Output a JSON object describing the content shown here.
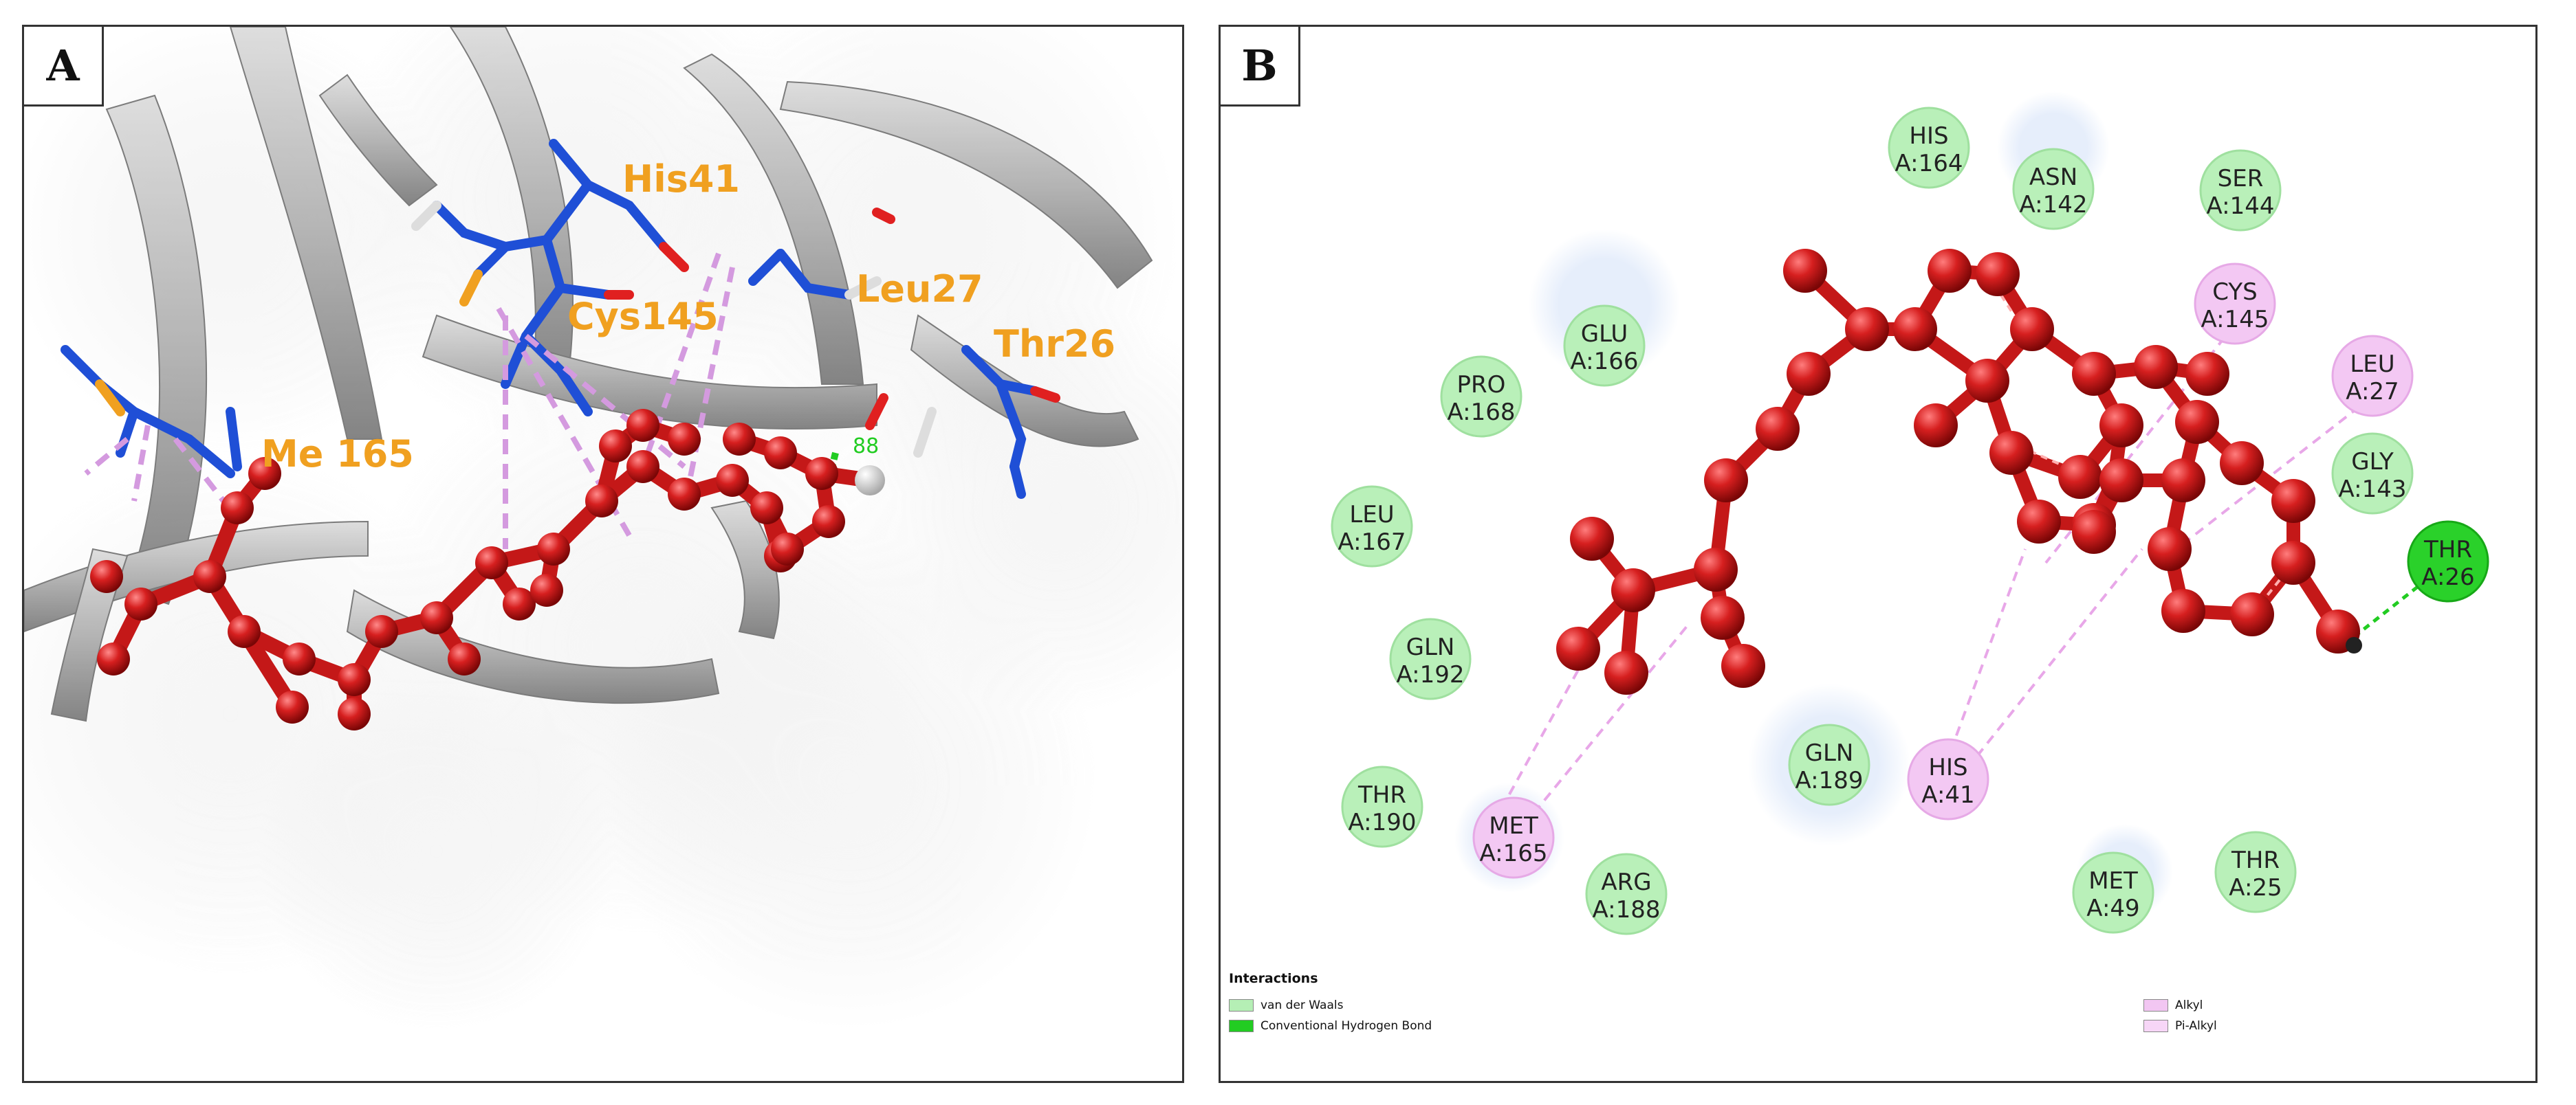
{
  "panelA": {
    "label": "A",
    "residues": [
      "His41",
      "Cys145",
      "Leu27",
      "Thr26",
      "Me 165"
    ],
    "hbond_distance": "88"
  },
  "panelB": {
    "label": "B",
    "residues": [
      {
        "name": "HIS",
        "num": "A:164",
        "type": "vdw"
      },
      {
        "name": "ASN",
        "num": "A:142",
        "type": "vdw"
      },
      {
        "name": "SER",
        "num": "A:144",
        "type": "vdw"
      },
      {
        "name": "CYS",
        "num": "A:145",
        "type": "alkyl"
      },
      {
        "name": "GLU",
        "num": "A:166",
        "type": "vdw"
      },
      {
        "name": "LEU",
        "num": "A:27",
        "type": "alkyl"
      },
      {
        "name": "PRO",
        "num": "A:168",
        "type": "vdw"
      },
      {
        "name": "GLY",
        "num": "A:143",
        "type": "vdw"
      },
      {
        "name": "LEU",
        "num": "A:167",
        "type": "vdw"
      },
      {
        "name": "THR",
        "num": "A:26",
        "type": "hbond"
      },
      {
        "name": "GLN",
        "num": "A:192",
        "type": "vdw"
      },
      {
        "name": "GLN",
        "num": "A:189",
        "type": "vdw"
      },
      {
        "name": "HIS",
        "num": "A:41",
        "type": "alkyl"
      },
      {
        "name": "THR",
        "num": "A:190",
        "type": "vdw"
      },
      {
        "name": "MET",
        "num": "A:165",
        "type": "alkyl"
      },
      {
        "name": "ARG",
        "num": "A:188",
        "type": "vdw"
      },
      {
        "name": "MET",
        "num": "A:49",
        "type": "vdw"
      },
      {
        "name": "THR",
        "num": "A:25",
        "type": "vdw"
      }
    ],
    "legend": {
      "title": "Interactions",
      "items": [
        {
          "label": "van der Waals",
          "color": "#b5efb5"
        },
        {
          "label": "Conventional Hydrogen Bond",
          "color": "#22cc22"
        },
        {
          "label": "Alkyl",
          "color": "#f2c6f2"
        },
        {
          "label": "Pi-Alkyl",
          "color": "#f7d6f7"
        }
      ]
    }
  },
  "colors": {
    "ligand": "#d42020",
    "vdw": "#b9f0b9",
    "hbond": "#2ad12a",
    "alkyl": "#f3c8f3",
    "residue_label_A": "#f0a020",
    "protein_stick": "#1f4fd6"
  }
}
